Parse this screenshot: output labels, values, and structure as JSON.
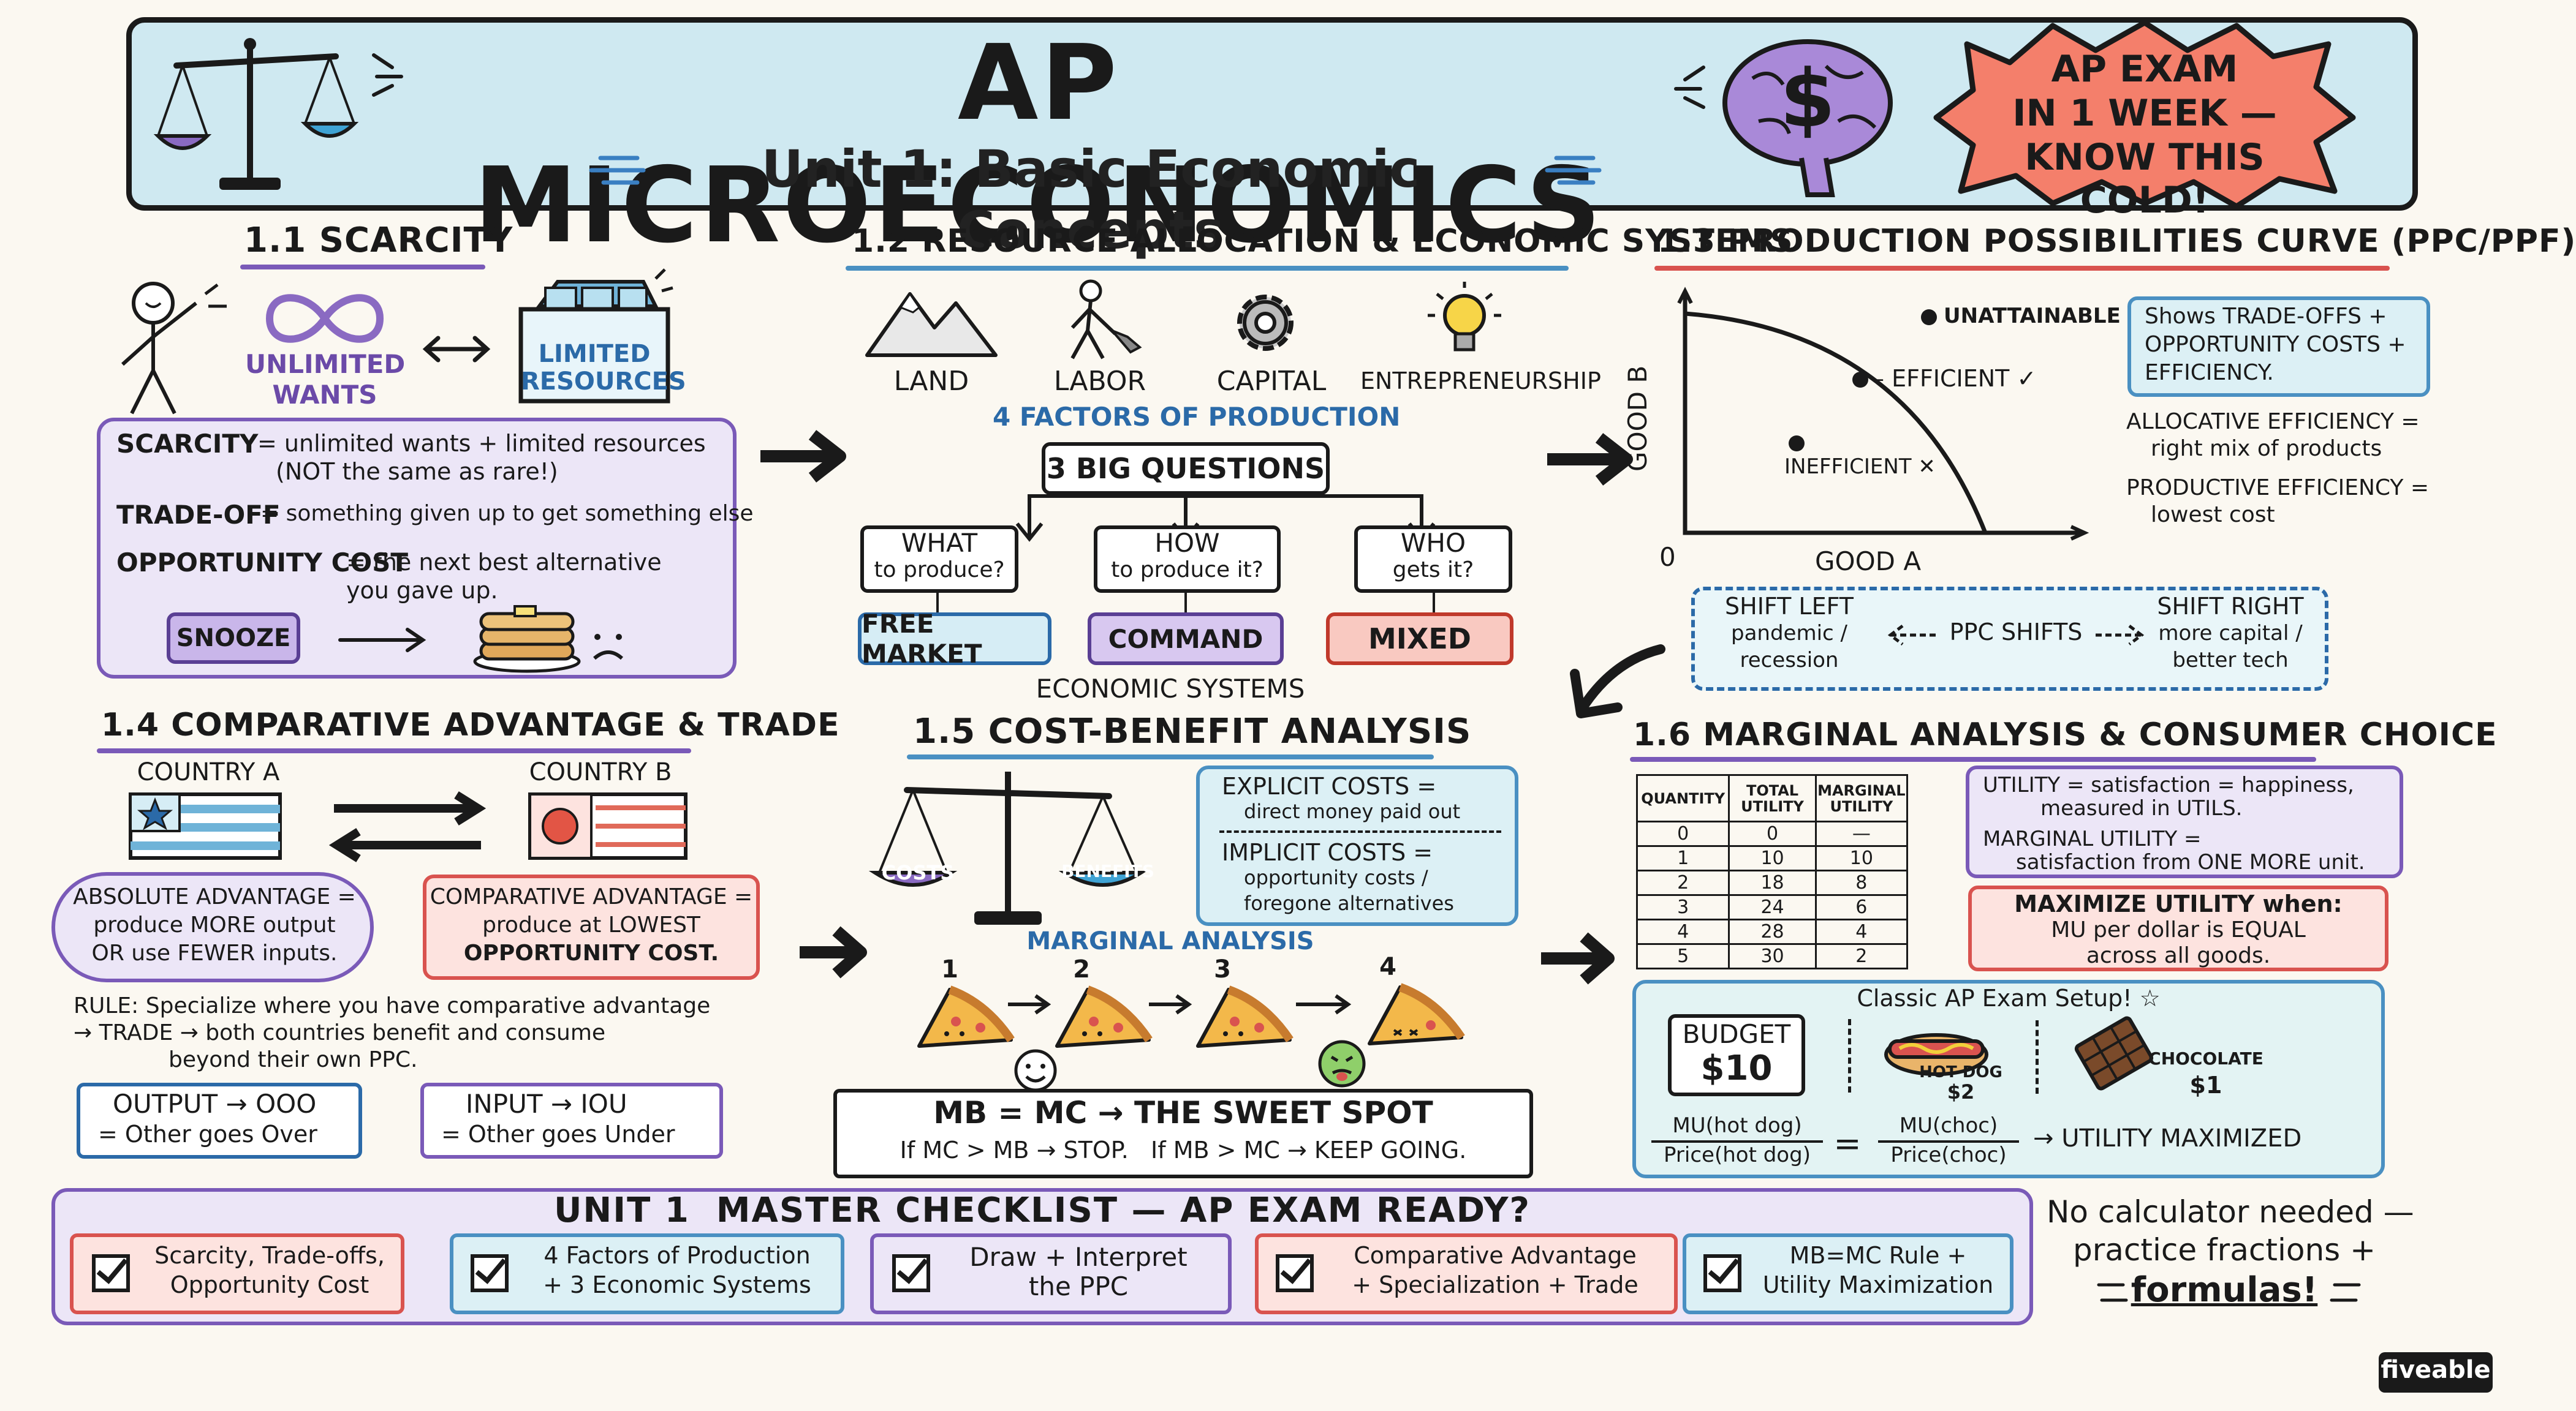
{
  "header": {
    "title": "AP MICROECONOMICS",
    "subtitle": "Unit 1: Basic Economic Concepts",
    "badge": [
      "AP EXAM",
      "IN 1 WEEK —",
      "KNOW THIS COLD!"
    ]
  },
  "s11": {
    "title": "1.1 SCARCITY",
    "wants": [
      "UNLIMITED",
      "WANTS"
    ],
    "resources": [
      "LIMITED",
      "RESOURCES"
    ],
    "def1_term": "SCARCITY",
    "def1_text": "= unlimited wants + limited resources",
    "def1_note": "(NOT the same as rare!)",
    "def2_term": "TRADE-OFF",
    "def2_text": "= something given up to get something else",
    "def3_term": "OPPORTUNITY COST",
    "def3_text": "= the next best alternative",
    "def3_text2": "you gave up.",
    "snooze": "SNOOZE"
  },
  "s12": {
    "title": "1.2 RESOURCE ALLOCATION & ECONOMIC SYSTEMS",
    "factors": [
      "LAND",
      "LABOR",
      "CAPITAL",
      "ENTREPRENEURSHIP"
    ],
    "factors_label": "4 FACTORS OF PRODUCTION",
    "big_questions": "3 BIG QUESTIONS",
    "q1": [
      "WHAT",
      "to produce?"
    ],
    "q2": [
      "HOW",
      "to produce it?"
    ],
    "q3": [
      "WHO",
      "gets it?"
    ],
    "systems": [
      "FREE MARKET",
      "COMMAND",
      "MIXED"
    ],
    "systems_label": "ECONOMIC SYSTEMS"
  },
  "s13": {
    "title": "1.3 PRODUCTION POSSIBILITIES CURVE (PPC/PPF)",
    "unattainable": "UNATTAINABLE",
    "efficient": "– EFFICIENT ✓",
    "inefficient": "INEFFICIENT ✕",
    "good_a": "GOOD A",
    "good_b": "GOOD B",
    "origin": "0",
    "note": [
      "Shows TRADE-OFFS +",
      "OPPORTUNITY COSTS +",
      "EFFICIENCY."
    ],
    "alloc": [
      "ALLOCATIVE EFFICIENCY =",
      "right mix of products"
    ],
    "prod": [
      "PRODUCTIVE EFFICIENCY =",
      "lowest cost"
    ],
    "shift_left": [
      "SHIFT LEFT",
      "pandemic /",
      "recession"
    ],
    "shifts": "PPC SHIFTS",
    "shift_right": [
      "SHIFT RIGHT",
      "more capital /",
      "better tech"
    ]
  },
  "s14": {
    "title": "1.4 COMPARATIVE ADVANTAGE & TRADE",
    "country_a": "COUNTRY A",
    "country_b": "COUNTRY B",
    "absolute": [
      "ABSOLUTE ADVANTAGE =",
      "produce MORE output",
      "OR use FEWER inputs."
    ],
    "comparative": [
      "COMPARATIVE ADVANTAGE =",
      "produce at LOWEST",
      "OPPORTUNITY COST."
    ],
    "rule": [
      "RULE: Specialize where you have comparative advantage",
      "→ TRADE → both countries benefit and consume",
      "beyond their own PPC."
    ],
    "output": [
      "OUTPUT → OOO",
      "= Other goes Over"
    ],
    "input": [
      "INPUT → IOU",
      "= Other goes Under"
    ]
  },
  "s15": {
    "title": "1.5 COST-BENEFIT ANALYSIS",
    "costs": "COSTS",
    "benefits": "BENEFITS",
    "explicit": [
      "EXPLICIT COSTS =",
      "direct money paid out"
    ],
    "implicit": [
      "IMPLICIT COSTS =",
      "opportunity costs /",
      "foregone alternatives"
    ],
    "marginal": "MARGINAL ANALYSIS",
    "slices": [
      "1",
      "2",
      "3",
      "4"
    ],
    "rule_main": "MB = MC → THE SWEET SPOT",
    "rule_sub": "If MC > MB → STOP.   If MB > MC → KEEP GOING."
  },
  "s16": {
    "title": "1.6 MARGINAL ANALYSIS & CONSUMER CHOICE",
    "table_headers": [
      "QUANTITY",
      "TOTAL UTILITY",
      "MARGINAL UTILITY"
    ],
    "table_rows": [
      [
        "0",
        "0",
        "—"
      ],
      [
        "1",
        "10",
        "10"
      ],
      [
        "2",
        "18",
        "8"
      ],
      [
        "3",
        "24",
        "6"
      ],
      [
        "4",
        "28",
        "4"
      ],
      [
        "5",
        "30",
        "2"
      ]
    ],
    "utility": [
      "UTILITY = satisfaction = happiness,",
      "measured in UTILS."
    ],
    "mu": [
      "MARGINAL UTILITY =",
      "satisfaction from ONE MORE unit."
    ],
    "maximize": [
      "MAXIMIZE UTILITY when:",
      "MU per dollar is EQUAL",
      "across all goods."
    ],
    "setup": "Classic AP Exam Setup! ☆",
    "budget": [
      "BUDGET",
      "$10"
    ],
    "hotdog": [
      "HOT DOG",
      "$2"
    ],
    "chocolate": [
      "CHOCOLATE",
      "$1"
    ],
    "eq_left": [
      "MU(hot dog)",
      "Price(hot dog)"
    ],
    "eq_right": [
      "MU(choc)",
      "Price(choc)"
    ],
    "eq_result": "→ UTILITY MAXIMIZED"
  },
  "checklist": {
    "title": "UNIT 1  MASTER CHECKLIST — AP EXAM READY?",
    "items": [
      [
        "Scarcity, Trade-offs,",
        "Opportunity Cost"
      ],
      [
        "4 Factors of Production",
        "+ 3 Economic Systems"
      ],
      [
        "Draw + Interpret",
        "the PPC"
      ],
      [
        "Comparative Advantage",
        "+ Specialization + Trade"
      ],
      [
        "MB=MC Rule +",
        "Utility Maximization"
      ]
    ],
    "note": [
      "No calculator needed —",
      "practice fractions +",
      "formulas!"
    ]
  },
  "brand": "fiveable",
  "colors": {
    "blue": "#4a90c2",
    "purple": "#7a5ab8",
    "red": "#d9534f",
    "lightblue": "#dcf0f5",
    "lightpurple": "#ece6f7",
    "lightred": "#fde3df",
    "teal": "#e3f3f3"
  }
}
